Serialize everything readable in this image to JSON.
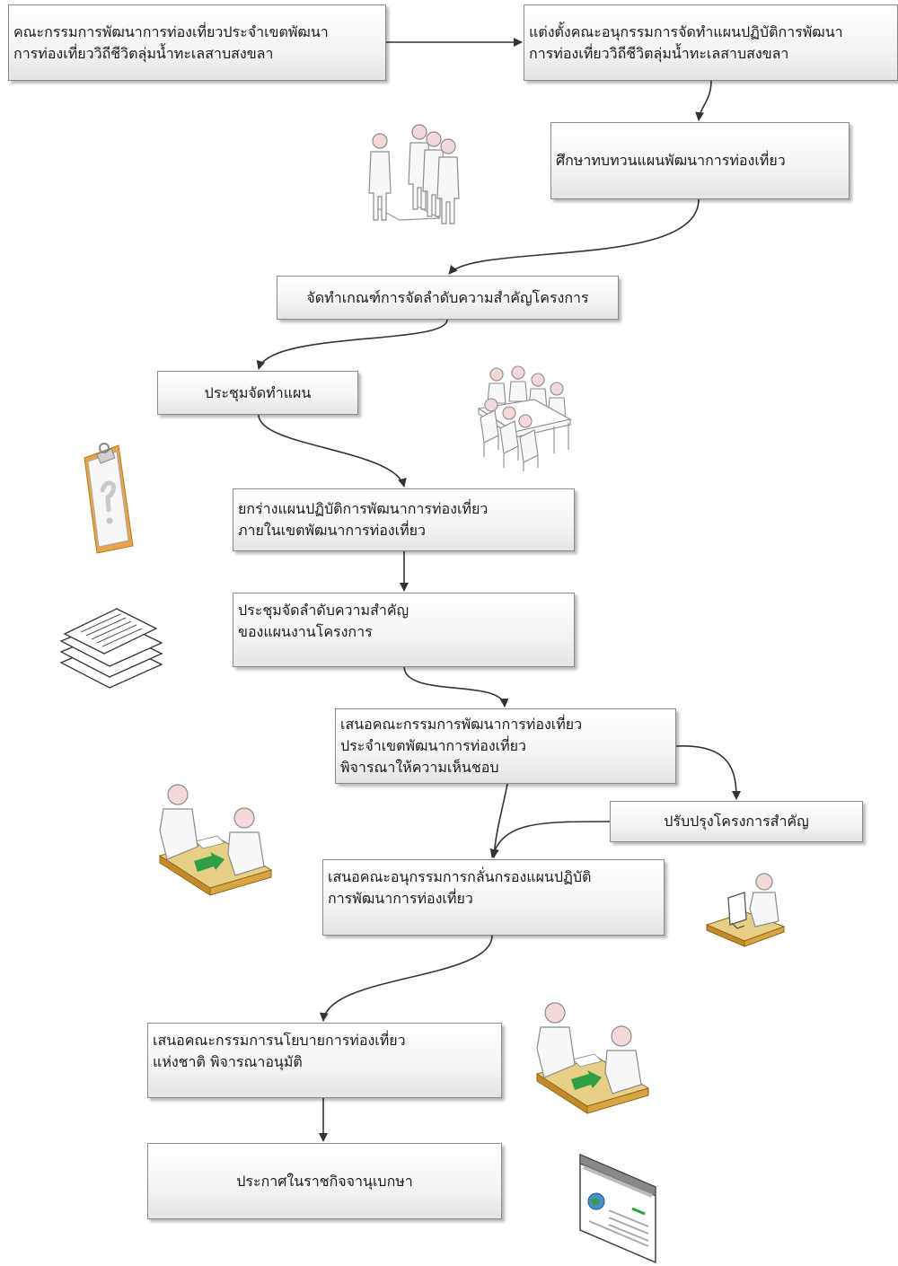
{
  "nodes": {
    "n1": "คณะกรรมการพัฒนาการท่องเที่ยวประจำเขตพัฒนา\nการท่องเที่ยววิถีชีวิตลุ่มน้ำทะเลสาบสงขลา",
    "n2": "แต่งตั้งคณะอนุกรรมการจัดทำแผนปฏิบัติการพัฒนา\nการท่องเที่ยววิถีชีวิตลุ่มน้ำทะเลสาบสงขลา",
    "n3": "ศึกษาทบทวนแผนพัฒนาการท่องเที่ยว",
    "n4": "จัดทำเกณฑ์การจัดลำดับความสำคัญโครงการ",
    "n5": "ประชุมจัดทำแผน",
    "n6": "ยกร่างแผนปฏิบัติการพัฒนาการท่องเที่ยว\nภายในเขตพัฒนาการท่องเที่ยว",
    "n7": "ประชุมจัดลำดับความสำคัญ\nของแผนงานโครงการ",
    "n8": "เสนอคณะกรรมการพัฒนาการท่องเที่ยว\nประจำเขตพัฒนาการท่องเที่ยว\nพิจารณาให้ความเห็นชอบ",
    "n9": "ปรับปรุงโครงการสำคัญ",
    "n10": "เสนอคณะอนุกรรมการกลั่นกรองแผนปฏิบัติ\nการพัฒนาการท่องเที่ยว",
    "n11": "เสนอคณะกรรมการนโยบายการท่องเที่ยว\nแห่งชาติ พิจารณาอนุมัติ",
    "n12": "ประกาศในราชกิจจานุเบกษา"
  },
  "icons": {
    "team": "people-group-icon",
    "meeting": "meeting-table-icon",
    "clipboard": "clipboard-icon",
    "documents": "document-stack-icon",
    "handoff": "desk-handoff-icon",
    "computer": "computer-user-icon",
    "webpage": "web-page-icon"
  },
  "colors": {
    "connector": "#333333",
    "box_border": "#8a8a8a",
    "desk_wood": "#d9a441",
    "desk_top": "#e8cf86",
    "arrow_green": "#2ea043"
  }
}
